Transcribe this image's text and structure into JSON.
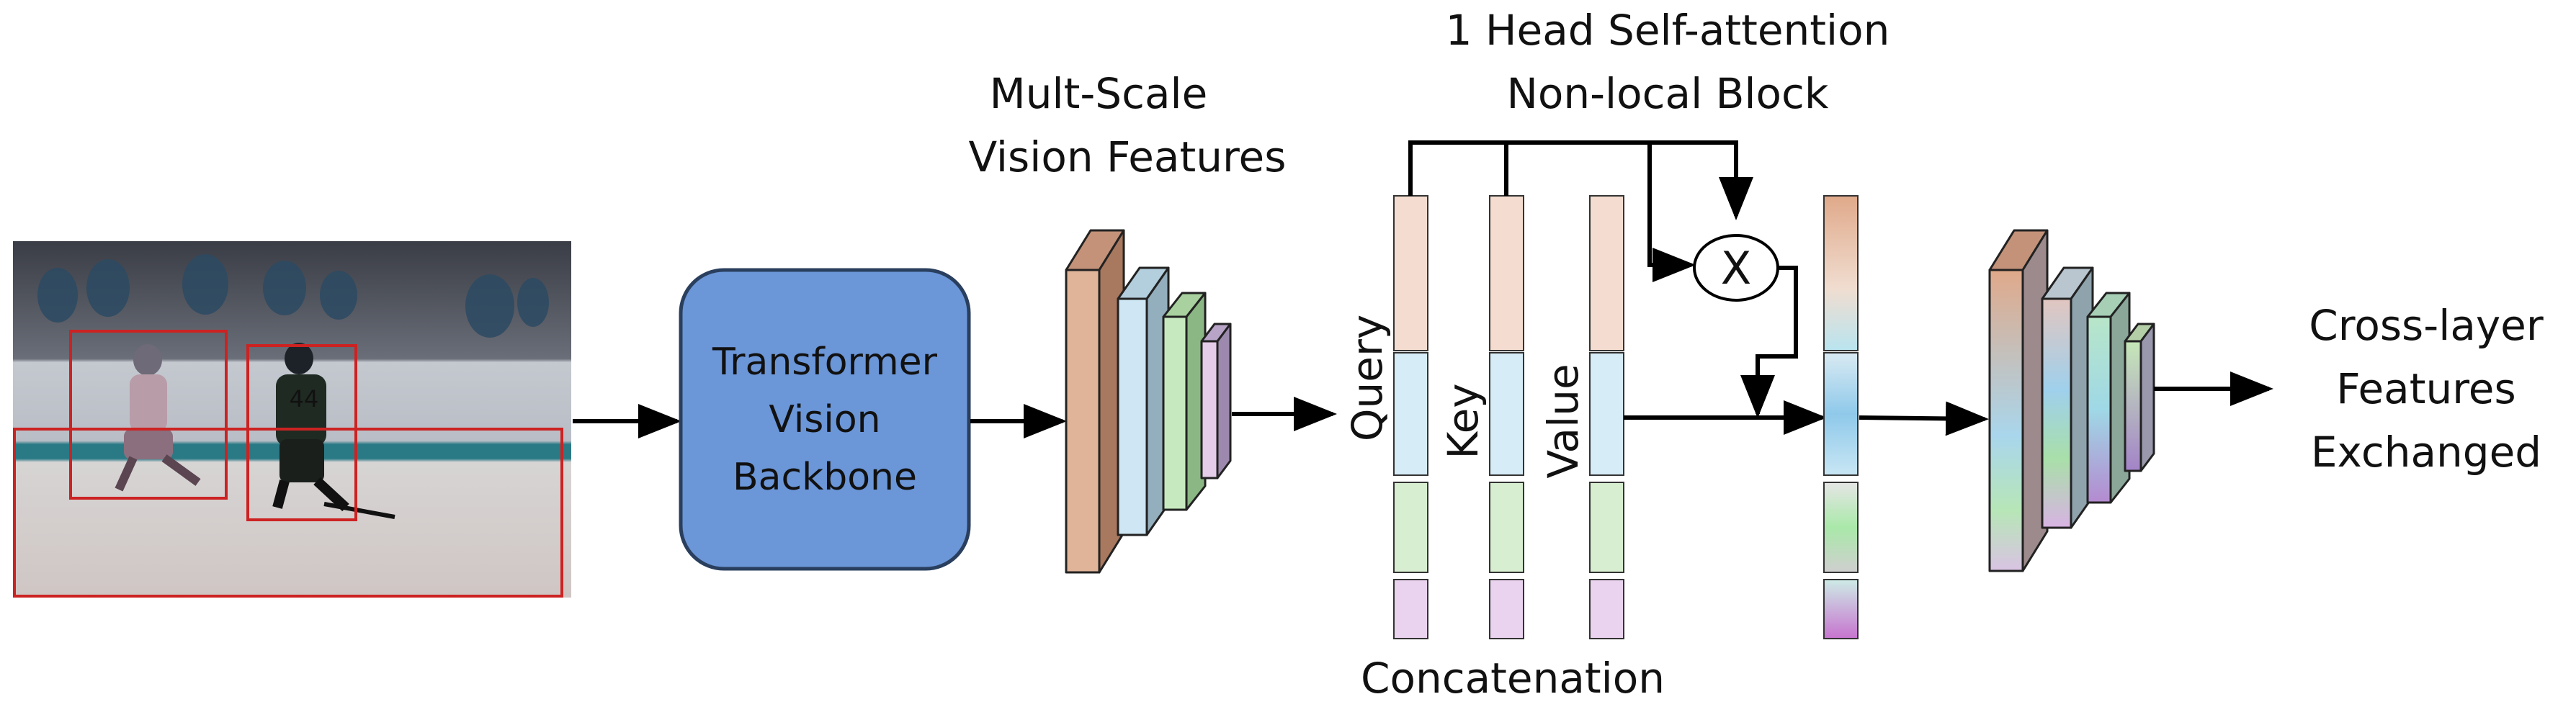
{
  "title_line1": "1 Head Self-attention",
  "title_line2": "Non-local Block",
  "multiscale_line1": "Mult-Scale",
  "multiscale_line2": "Vision Features",
  "backbone_line1": "Transformer",
  "backbone_line2": "Vision",
  "backbone_line3": "Backbone",
  "query_label": "Query",
  "key_label": "Key",
  "value_label": "Value",
  "multiply_symbol": "X",
  "concat_label": "Concatenation",
  "output_line1": "Cross-layer",
  "output_line2": "Features",
  "output_line3": "Exchanged",
  "colors": {
    "backbone_fill": "#6b96d8",
    "backbone_stroke": "#2a3f5e",
    "detection_box": "#cc2222",
    "feature_orange": "#eacfb9",
    "feature_blue": "#cfe7f4",
    "feature_green": "#d3eecc",
    "feature_purple": "#e4cde9"
  }
}
